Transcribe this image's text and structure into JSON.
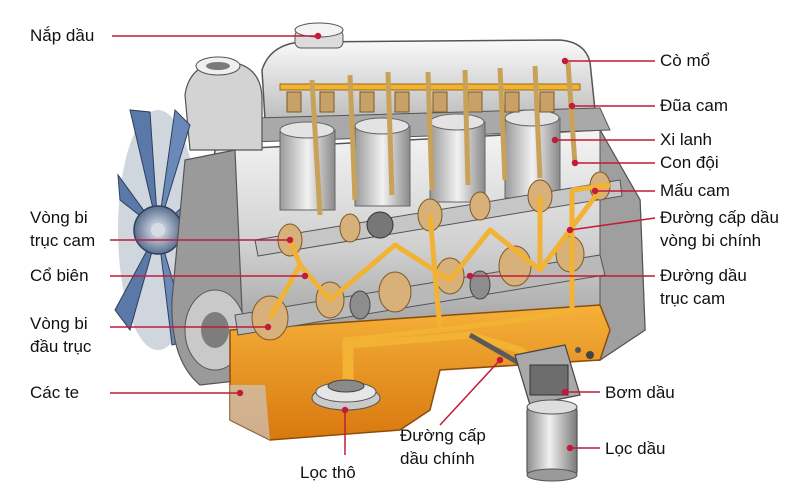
{
  "colors": {
    "leader": "#c21a3a",
    "oil": "#f2b233",
    "sump": "#e8951e",
    "metal_light": "#e6e6e6",
    "metal_mid": "#b5b5b5",
    "metal_dark": "#6f6f6f",
    "brass": "#d9a866"
  },
  "labels": {
    "nap_dau": "Nắp dầu",
    "co_mo": "Cò mổ",
    "dua_cam": "Đũa cam",
    "xi_lanh": "Xi lanh",
    "con_doi": "Con đội",
    "mau_cam": "Mấu cam",
    "duong_cap_dau_vong_bi_chinh_1": "Đường cấp dầu",
    "duong_cap_dau_vong_bi_chinh_2": "vòng bi chính",
    "vong_bi_truc_cam_1": "Vòng bi",
    "vong_bi_truc_cam_2": "trục cam",
    "co_bien": "Cổ biên",
    "duong_dau_truc_cam_1": "Đường dầu",
    "duong_dau_truc_cam_2": "trục cam",
    "vong_bi_dau_truc_1": "Vòng bi",
    "vong_bi_dau_truc_2": "đầu trục",
    "cac_te": "Các te",
    "bom_dau": "Bơm dầu",
    "duong_cap_dau_chinh_1": "Đường cấp",
    "duong_cap_dau_chinh_2": "dầu chính",
    "loc_dau": "Lọc dầu",
    "loc_tho": "Lọc thô"
  },
  "icons": {
    "fan": "fan-icon",
    "engine": "engine-illustration"
  }
}
